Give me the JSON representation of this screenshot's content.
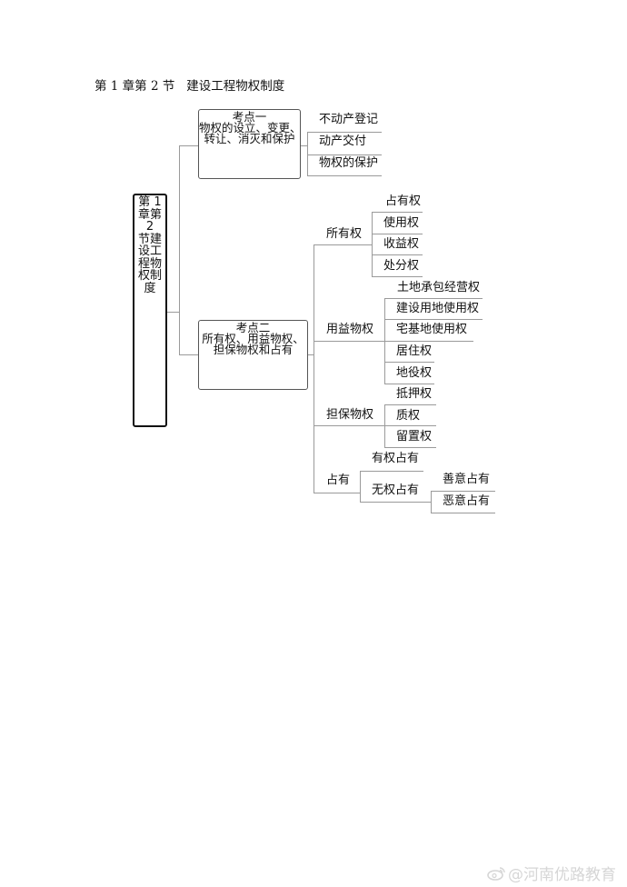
{
  "title": "第 1 章第 2 节   建设工程物权制度",
  "root": {
    "label_lines": [
      "第 1",
      "章第 2",
      "节建",
      "设工",
      "程物",
      "权制",
      "度"
    ]
  },
  "topics": [
    {
      "label_lines": [
        "考点一",
        "物权的设立、变更、",
        "转让、消灭和保护"
      ],
      "children": [
        "不动产登记",
        "动产交付",
        "物权的保护"
      ]
    },
    {
      "label_lines": [
        "考点二",
        "所有权、用益物权、",
        "担保物权和占有"
      ],
      "children": [
        {
          "label": "所有权",
          "children": [
            "占有权",
            "使用权",
            "收益权",
            "处分权"
          ]
        },
        {
          "label": "用益物权",
          "children": [
            "土地承包经营权",
            "建设用地使用权",
            "宅基地使用权",
            "居住权",
            "地役权"
          ]
        },
        {
          "label": "担保物权",
          "children": [
            "抵押权",
            "质权",
            "留置权"
          ]
        },
        {
          "label": "占有",
          "children": [
            {
              "label": "有权占有"
            },
            {
              "label": "无权占有",
              "children": [
                "善意占有",
                "恶意占有"
              ]
            }
          ]
        }
      ]
    }
  ],
  "watermark": {
    "icon": "weibo-icon",
    "text": "@河南优路教育"
  },
  "colors": {
    "connector": "#9a9a9a",
    "root_border": "#111111",
    "topic_border": "#555555",
    "watermark": "#d6d6d6"
  }
}
